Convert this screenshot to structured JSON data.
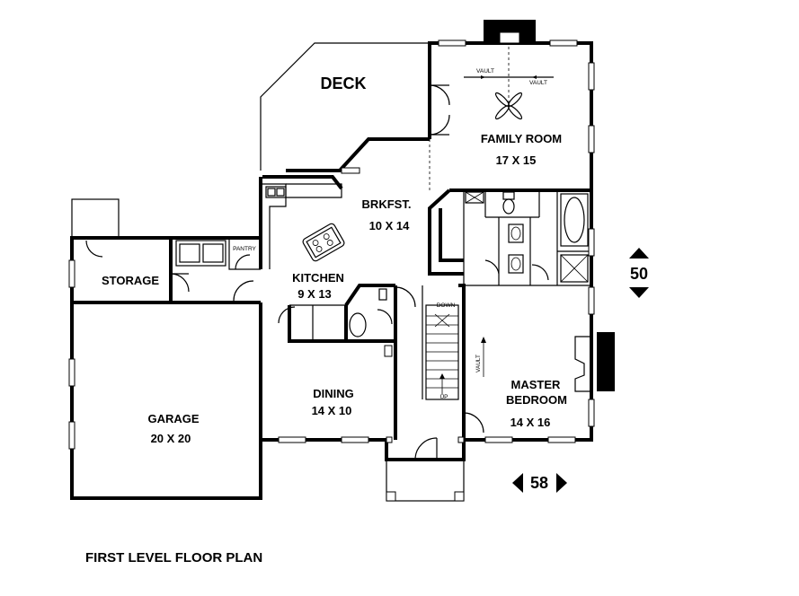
{
  "plan": {
    "title": "FIRST LEVEL FLOOR PLAN",
    "rooms": {
      "deck": {
        "name": "DECK"
      },
      "family": {
        "name": "FAMILY ROOM",
        "size": "17 X 15"
      },
      "breakfast": {
        "name": "BRKFST.",
        "size": "10 X 14"
      },
      "kitchen": {
        "name": "KITCHEN",
        "size": "9 X 13"
      },
      "storage": {
        "name": "STORAGE"
      },
      "pantry": {
        "name": "PANTRY"
      },
      "dining": {
        "name": "DINING",
        "size": "14 X 10"
      },
      "master": {
        "name": "MASTER",
        "name2": "BEDROOM",
        "size": "14 X 16"
      },
      "garage": {
        "name": "GARAGE",
        "size": "20 X 20"
      }
    },
    "notes": {
      "vault_left": "VAULT",
      "vault_right": "VAULT",
      "vault_master": "VAULT",
      "stair_down": "DOWN",
      "stair_up": "UP"
    },
    "dimensions": {
      "depth": "50",
      "width": "58"
    }
  }
}
